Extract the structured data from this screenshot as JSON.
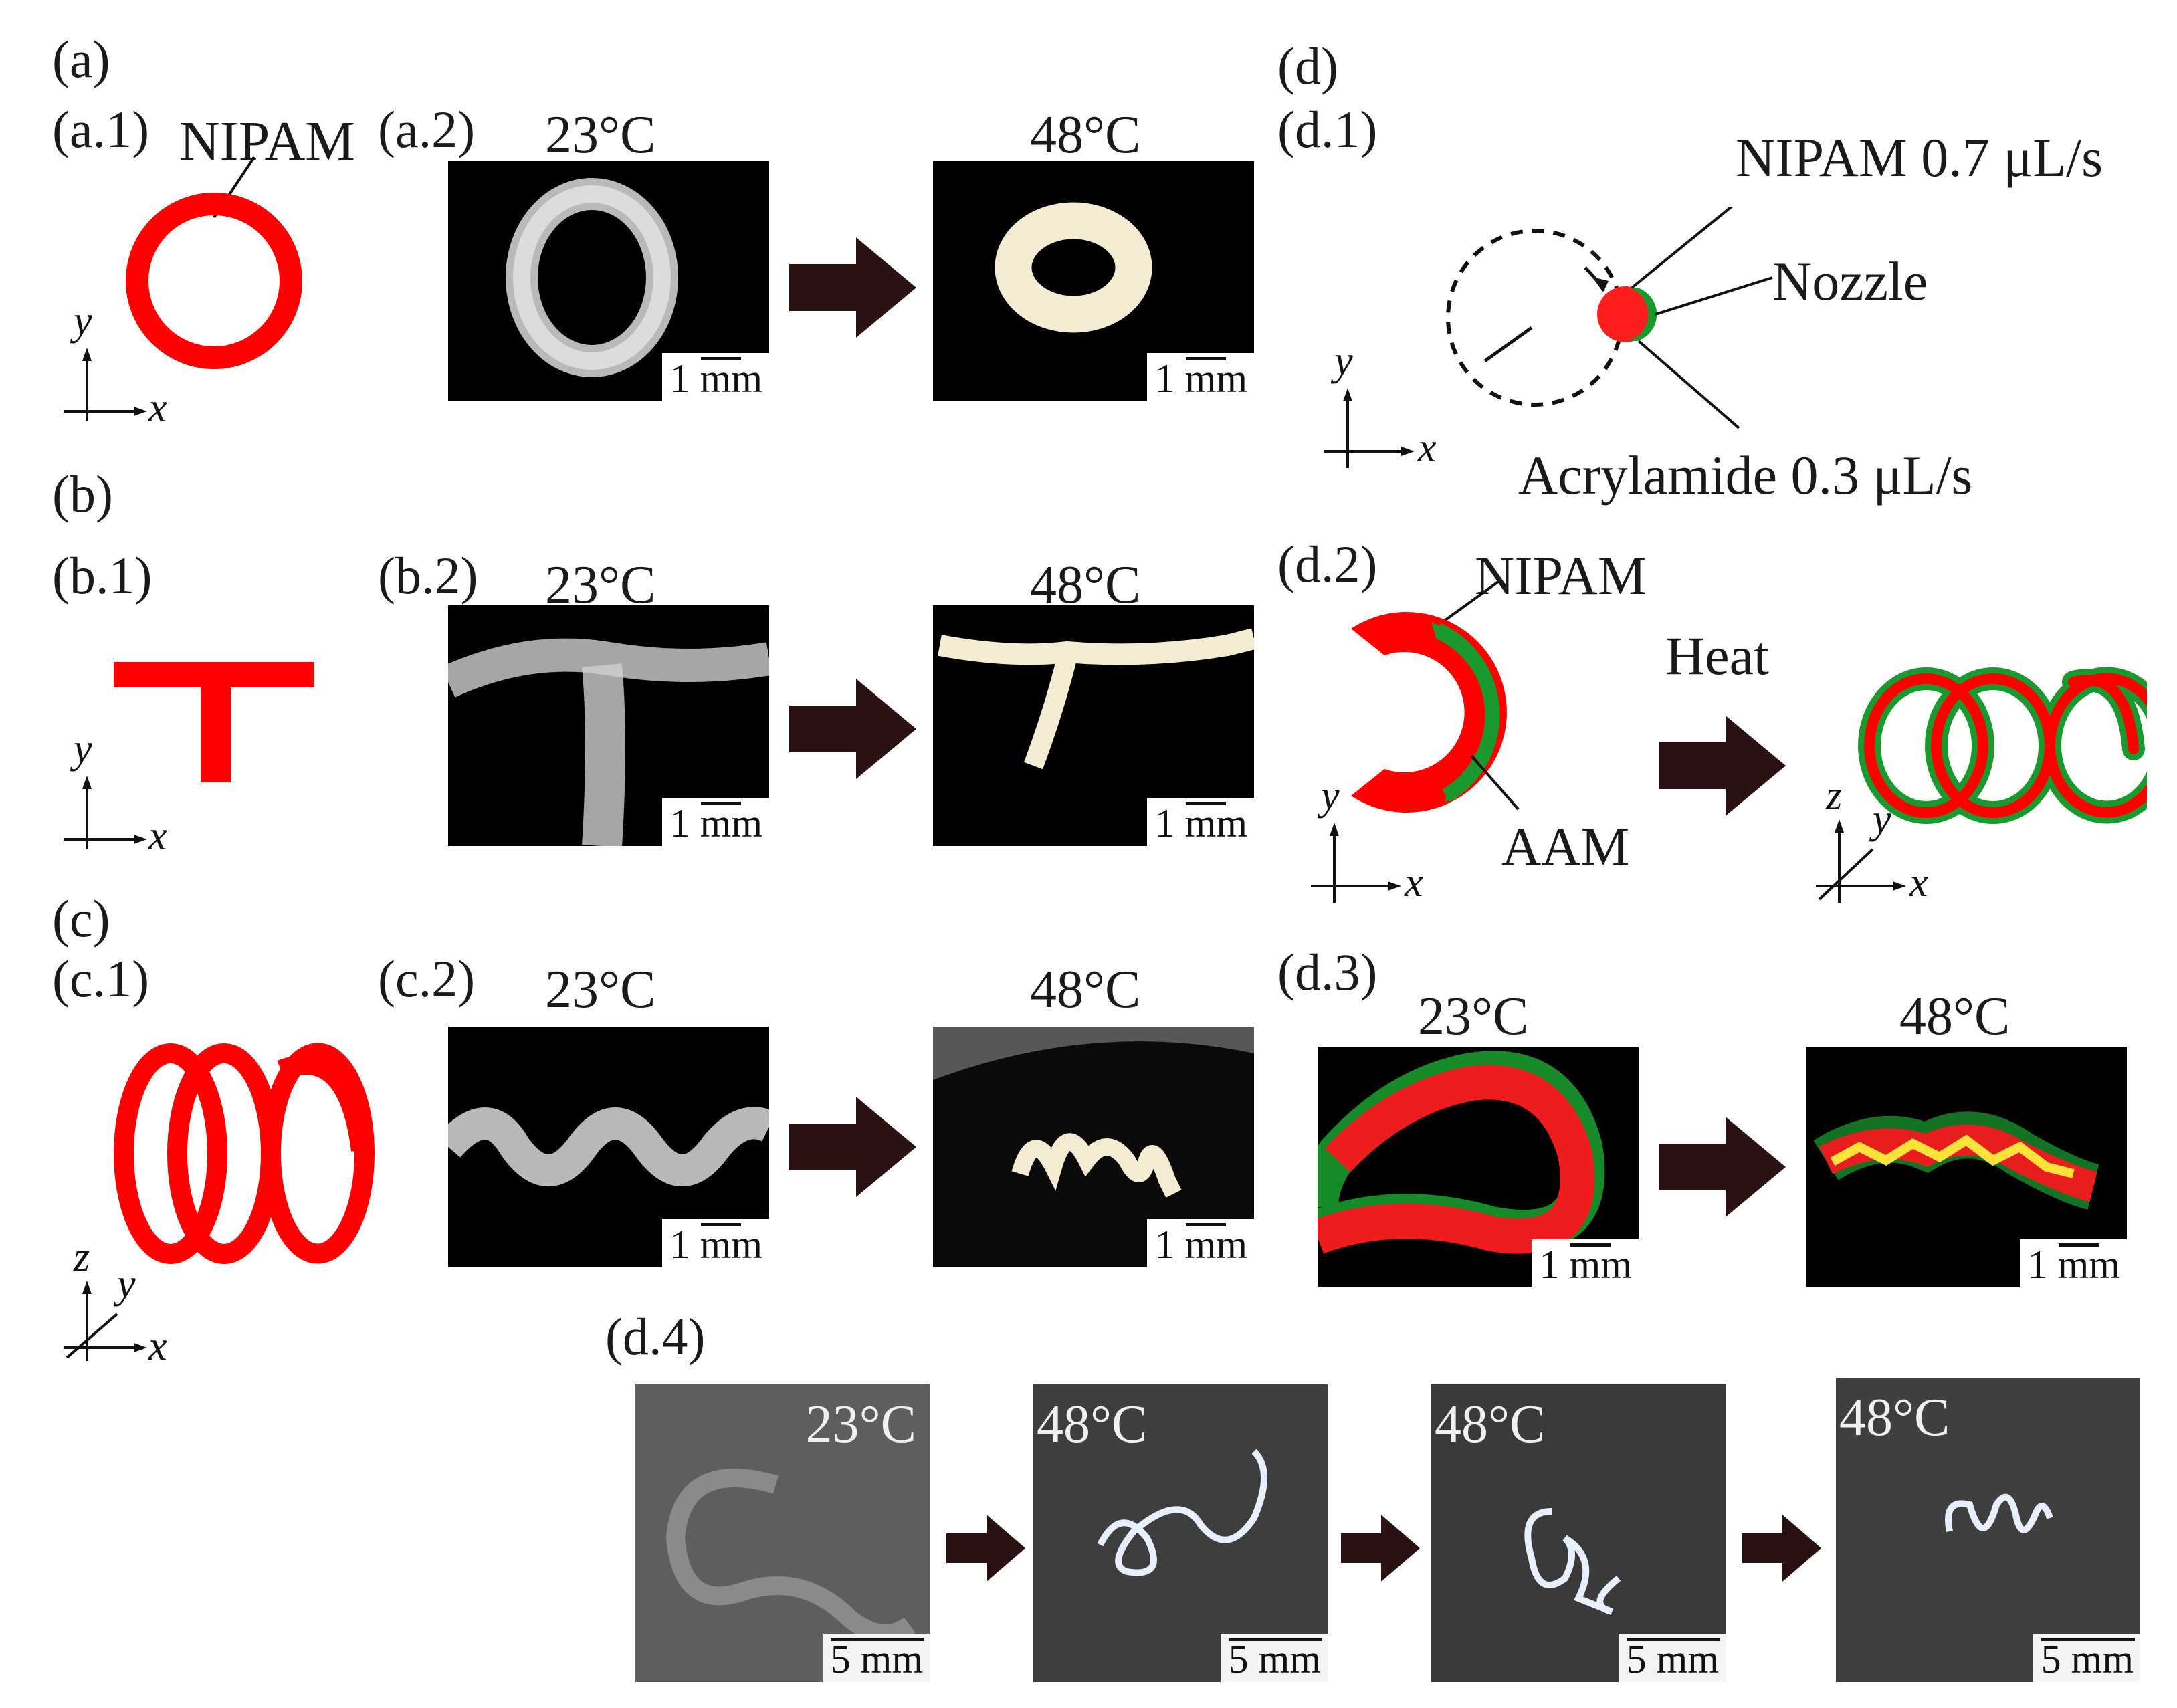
{
  "labels": {
    "a": "(a)",
    "a1": "(a.1)",
    "a2": "(a.2)",
    "b": "(b)",
    "b1": "(b.1)",
    "b2": "(b.2)",
    "c": "(c)",
    "c1": "(c.1)",
    "c2": "(c.2)",
    "d": "(d)",
    "d1": "(d.1)",
    "d2": "(d.2)",
    "d3": "(d.3)",
    "d4": "(d.4)"
  },
  "temps": {
    "cold": "23°C",
    "hot": "48°C"
  },
  "scale_1mm": "1 mm",
  "scale_5mm": "5 mm",
  "annotations": {
    "nipam": "NIPAM",
    "nipam_rate": "NIPAM  0.7 μL/s",
    "nozzle": "Nozzle",
    "acrylamide_rate": "Acrylamide 0.3 μL/s",
    "heat": "Heat",
    "aam": "AAM"
  },
  "axes": {
    "x": "x",
    "y": "y",
    "z": "z"
  },
  "colors": {
    "nipam": "#ff0000",
    "aam": "#1a9a2e",
    "arrow": "#2a1212"
  }
}
